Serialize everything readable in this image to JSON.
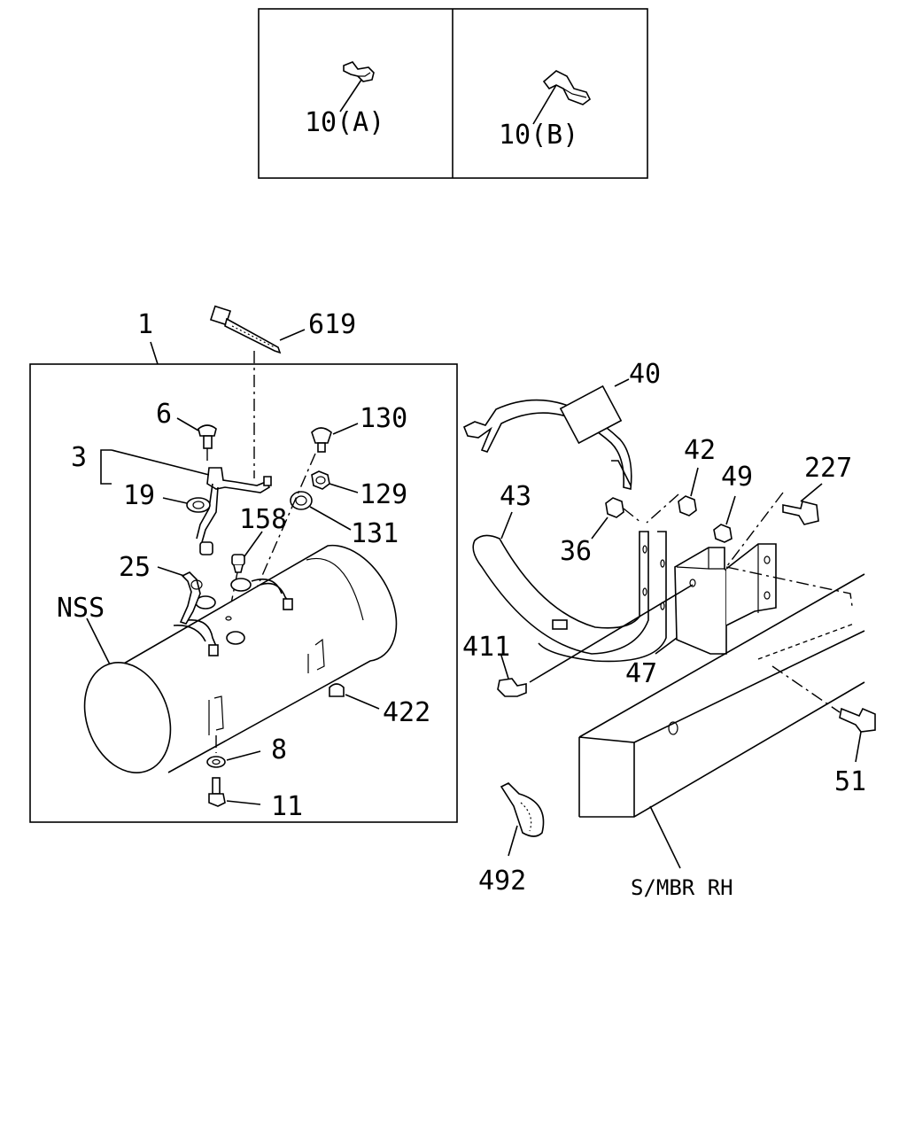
{
  "inset": {
    "left_label": "10(A)",
    "right_label": "10(B)"
  },
  "callouts": {
    "p1": "1",
    "p619": "619",
    "p6": "6",
    "p130": "130",
    "p3": "3",
    "p19": "19",
    "p129": "129",
    "p158": "158",
    "p131": "131",
    "p25": "25",
    "nss": "NSS",
    "p422": "422",
    "p8": "8",
    "p11": "11",
    "p40": "40",
    "p42": "42",
    "p49": "49",
    "p227": "227",
    "p43": "43",
    "p36": "36",
    "p411": "411",
    "p47": "47",
    "p51": "51",
    "p492": "492",
    "smbr": "S/MBR RH"
  }
}
